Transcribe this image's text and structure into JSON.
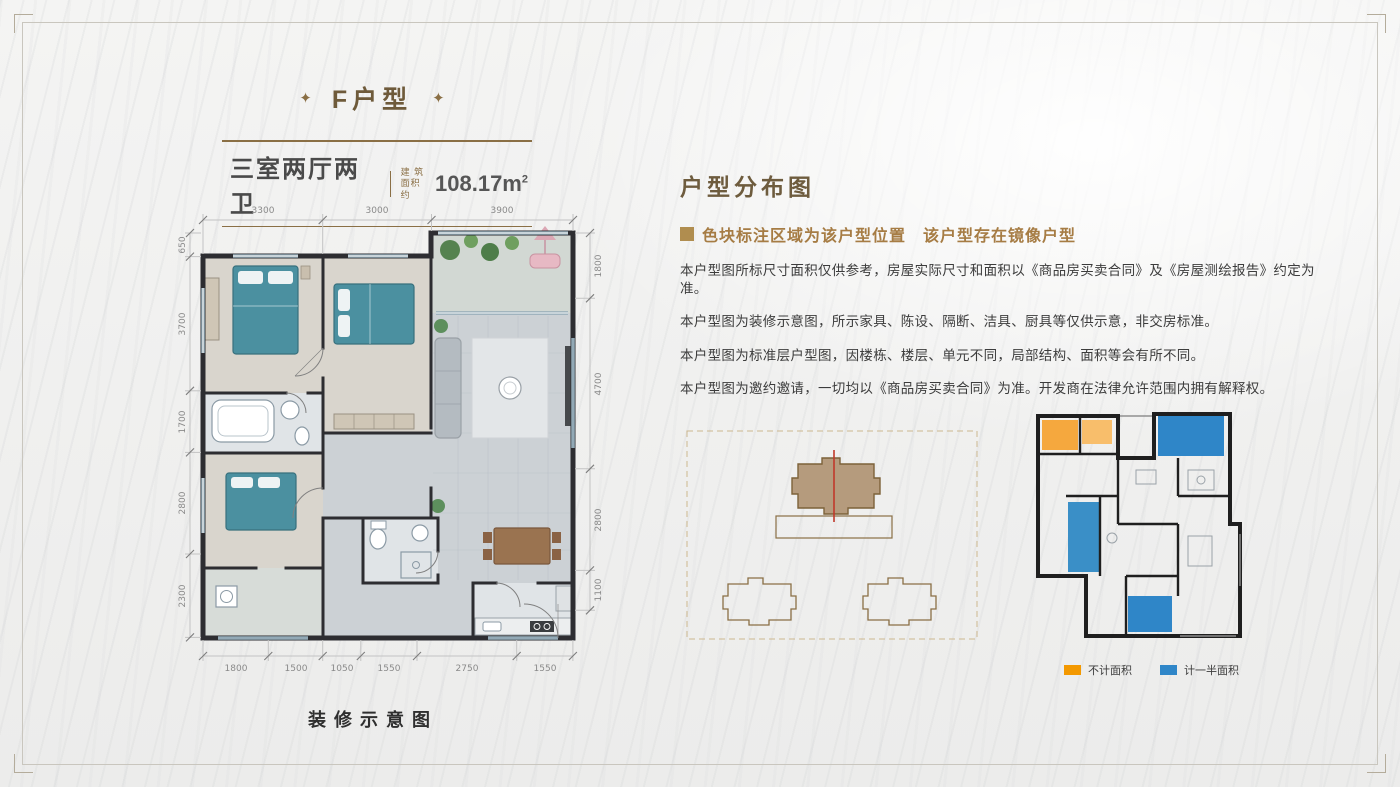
{
  "title": {
    "star": "✦",
    "text": "F户型"
  },
  "spec": {
    "layout": "三室两厅两卫",
    "area_label_top": "建 筑",
    "area_label_bottom": "面积约",
    "area_value": "108.17m",
    "area_sup": "2"
  },
  "floorplan": {
    "caption": "装修示意图",
    "dims_top": [
      "3300",
      "3000",
      "3900"
    ],
    "dims_left": [
      "650",
      "3700",
      "1700",
      "2800",
      "2300"
    ],
    "dims_right": [
      "1800",
      "4700",
      "2800",
      "1100"
    ],
    "dims_bottom": [
      "1800",
      "1500",
      "1050",
      "1550",
      "2750",
      "1550"
    ]
  },
  "info": {
    "heading": "户型分布图",
    "subtitle": "色块标注区域为该户型位置　该户型存在镜像户型",
    "paragraphs": [
      "本户型图所标尺寸面积仅供参考，房屋实际尺寸和面积以《商品房买卖合同》及《房屋测绘报告》约定为准。",
      "本户型图为装修示意图，所示家具、陈设、隔断、洁具、厨具等仅供示意，非交房标准。",
      "本户型图为标准层户型图，因楼栋、楼层、单元不同，局部结构、面积等会有所不同。",
      "本户型图为邀约邀请，一切均以《商品房买卖合同》为准。开发商在法律允许范围内拥有解释权。"
    ]
  },
  "legend": {
    "items": [
      {
        "label": "不计面积",
        "color": "#F39800"
      },
      {
        "label": "计一半面积",
        "color": "#2F86C8"
      }
    ]
  },
  "colors": {
    "accent": "#8A6F45",
    "text": "#3C3C3C",
    "wall": "#2D2D31",
    "bed_teal": "#4B90A0",
    "highlight_building": "#B59B7D",
    "site_outline": "#8A6F45",
    "not_counted_orange": "#F39800",
    "half_counted_blue": "#2F86C8"
  }
}
